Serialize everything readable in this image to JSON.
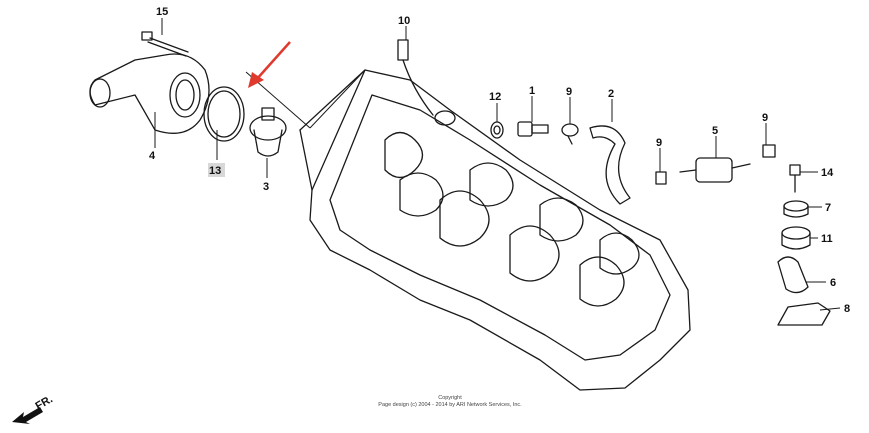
{
  "diagram": {
    "callouts": [
      {
        "id": "15",
        "label": "15"
      },
      {
        "id": "10",
        "label": "10"
      },
      {
        "id": "12",
        "label": "12"
      },
      {
        "id": "1",
        "label": "1"
      },
      {
        "id": "9a",
        "label": "9"
      },
      {
        "id": "2",
        "label": "2"
      },
      {
        "id": "9b",
        "label": "9"
      },
      {
        "id": "5",
        "label": "5"
      },
      {
        "id": "9c",
        "label": "9"
      },
      {
        "id": "4",
        "label": "4"
      },
      {
        "id": "13",
        "label": "13"
      },
      {
        "id": "3",
        "label": "3"
      },
      {
        "id": "14",
        "label": "14"
      },
      {
        "id": "7",
        "label": "7"
      },
      {
        "id": "11",
        "label": "11"
      },
      {
        "id": "6",
        "label": "6"
      },
      {
        "id": "8",
        "label": "8"
      }
    ],
    "highlight_callout": "13",
    "direction_label": "FR.",
    "copyright_line1": "Copyright",
    "copyright_line2": "Page design (c) 2004 - 2014 by ARI Network Services, Inc.",
    "arrow_color": "#e03a2f"
  }
}
